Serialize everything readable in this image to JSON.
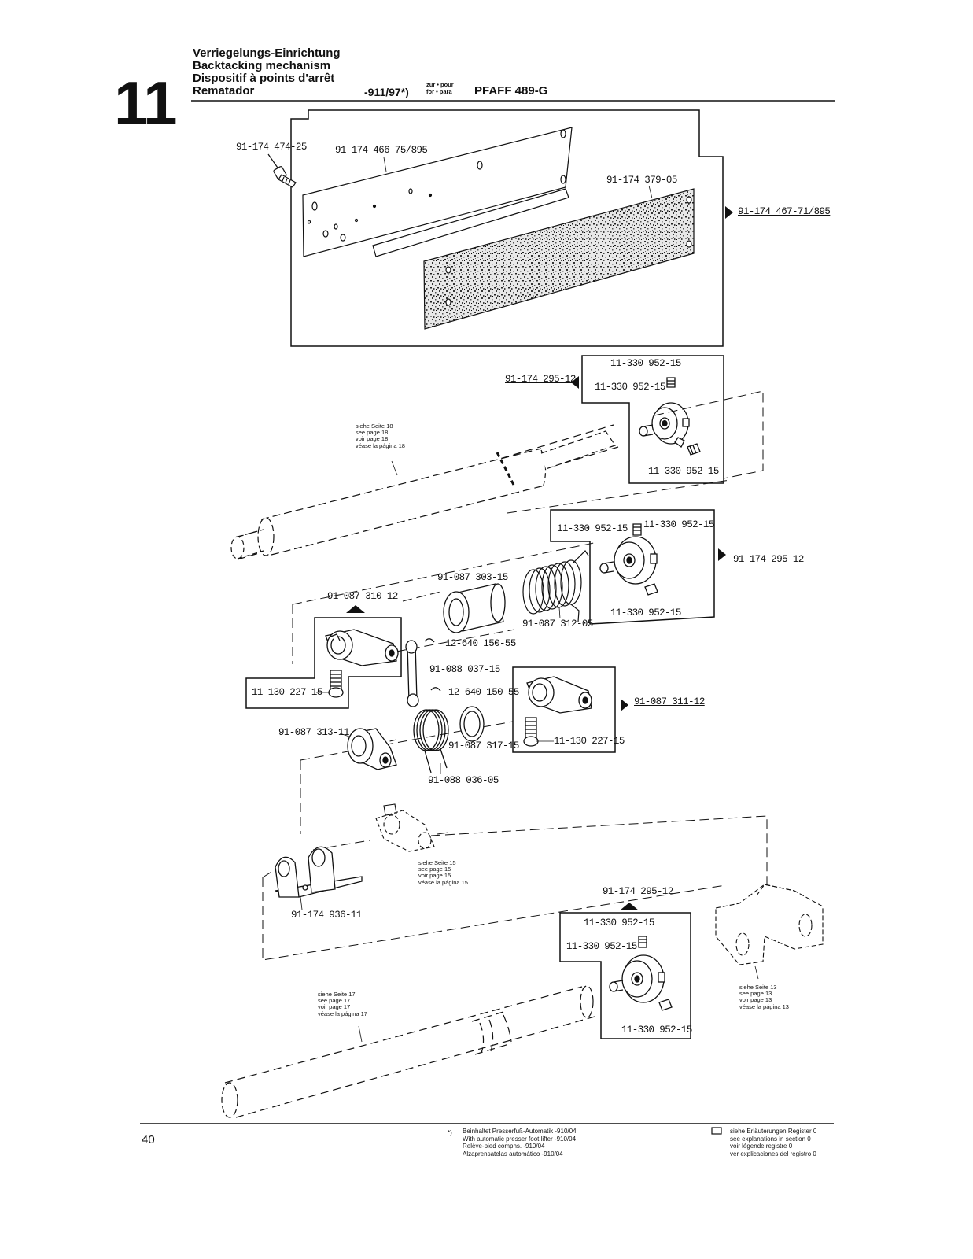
{
  "header": {
    "section_number": "11",
    "titles": [
      "Verriegelungs-Einrichtung",
      "Backtacking mechanism",
      "Dispositif à points d'arrêt",
      "Rematador"
    ],
    "variant": "-911/97*)",
    "for_label": [
      "zur • pour",
      "for • para"
    ],
    "model": "PFAFF 489-G"
  },
  "parts": {
    "screw_474": "91-174 474-25",
    "plate_466": "91-174 466-75/895",
    "pad_379": "91-174 379-05",
    "asm_467": "91-174 467-71/895",
    "collar_asm_1": "91-174 295-12",
    "c1_screw_a": "11-330 952-15",
    "c1_screw_b": "11-330 952-15",
    "c1_screw_c": "11-330 952-15",
    "c2_screw_a": "11-330 952-15",
    "c2_screw_b": "11-330 952-15",
    "c2_screw_c": "11-330 952-15",
    "collar_asm_2": "91-174 295-12",
    "bushing_303": "91-087 303-15",
    "spring_312": "91-087 312-05",
    "crank_asm_310": "91-087 310-12",
    "screw_227_a": "11-130 227-15",
    "retainer_a": "12-640 150-55",
    "link_037": "91-088 037-15",
    "retainer_b": "12-640 150-55",
    "crank_asm_311": "91-087 311-12",
    "crank_313": "91-087 313-11",
    "washer_317": "91-087 317-15",
    "screw_227_b": "11-130 227-15",
    "spring_036": "91-088 036-05",
    "bracket_936": "91-174 936-11",
    "collar_asm_3": "91-174 295-12",
    "c3_screw_a": "11-330 952-15",
    "c3_screw_b": "11-330 952-15",
    "c3_screw_c": "11-330 952-15"
  },
  "refs": {
    "page18": [
      "siehe Seite 18",
      "see page 18",
      "voir page 18",
      "véase la página 18"
    ],
    "page15": [
      "siehe Seite 15",
      "see page 15",
      "voir page 15",
      "véase la página 15"
    ],
    "page17": [
      "siehe Seite 17",
      "see page 17",
      "voir page 17",
      "véase la página 17"
    ],
    "page13": [
      "siehe Seite 13",
      "see page 13",
      "voir page 13",
      "véase la página 13"
    ]
  },
  "footer": {
    "page_number": "40",
    "note_marker": "*)",
    "note_lines": [
      "Beinhaltet Presserfuß-Automatik -910/04",
      "With automatic presser foot lifter -910/04",
      "Relève-pied compns. -910/04",
      "Alzaprensatelas automático -910/04"
    ],
    "legend_lines": [
      "siehe Erläuterungen Register 0",
      "see explanations in section 0",
      "voir légende registre 0",
      "ver explicaciones del registro 0"
    ]
  }
}
